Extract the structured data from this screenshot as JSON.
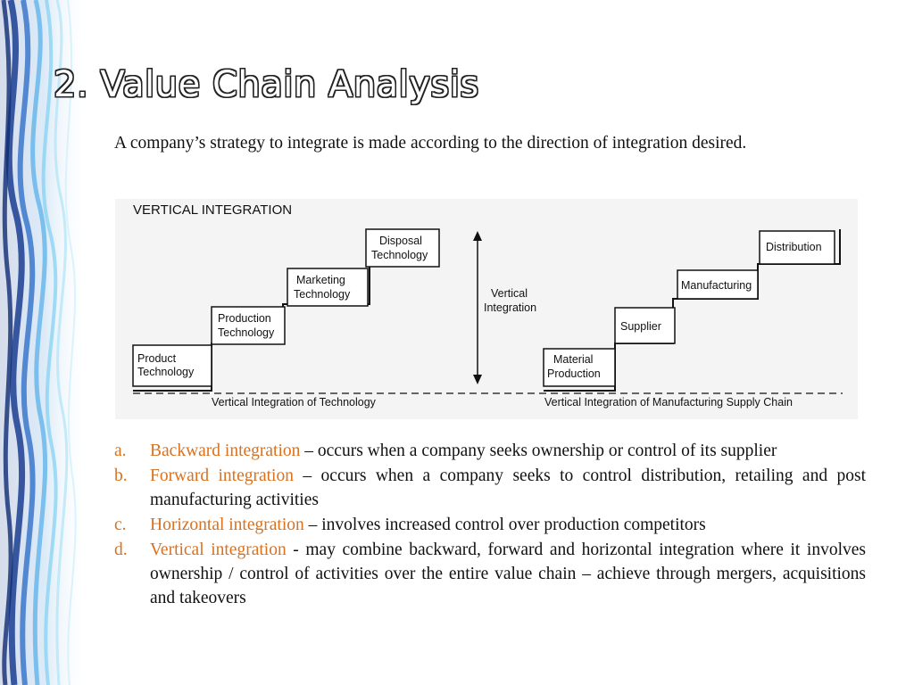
{
  "slide": {
    "title": "2. Value Chain Analysis",
    "intro": "A company’s strategy to integrate is made according to the direction of integration desired."
  },
  "figure": {
    "heading": "VERTICAL INTEGRATION",
    "left_steps": [
      {
        "line1": "Product",
        "line2": "Technology"
      },
      {
        "line1": "Production",
        "line2": "Technology"
      },
      {
        "line1": "Marketing",
        "line2": "Technology"
      },
      {
        "line1": "Disposal",
        "line2": "Technology"
      }
    ],
    "center_label_line1": "Vertical",
    "center_label_line2": "Integration",
    "right_steps": [
      {
        "line1": "Material",
        "line2": "Production"
      },
      {
        "line1": "Supplier",
        "line2": ""
      },
      {
        "line1": "Manufacturing",
        "line2": ""
      },
      {
        "line1": "Distribution",
        "line2": ""
      }
    ],
    "caption_left": "Vertical Integration of Technology",
    "caption_right": "Vertical Integration of Manufacturing Supply Chain"
  },
  "colors": {
    "accent": "#d9711e",
    "text": "#111111"
  },
  "items": [
    {
      "marker": "a.",
      "term": "Backward integration",
      "desc": " – occurs when a company seeks ownership or control of its supplier"
    },
    {
      "marker": "b.",
      "term": "Forward integration",
      "desc": " – occurs when a company seeks to control distribution, retailing and post manufacturing activities"
    },
    {
      "marker": "c.",
      "term": "Horizontal integration",
      "desc": " – involves increased control over production competitors"
    },
    {
      "marker": "d.",
      "term": "Vertical integration",
      "desc": " - may combine backward, forward and horizontal integration where it involves ownership / control of activities over the entire value chain – achieve through mergers, acquisitions and takeovers"
    }
  ]
}
